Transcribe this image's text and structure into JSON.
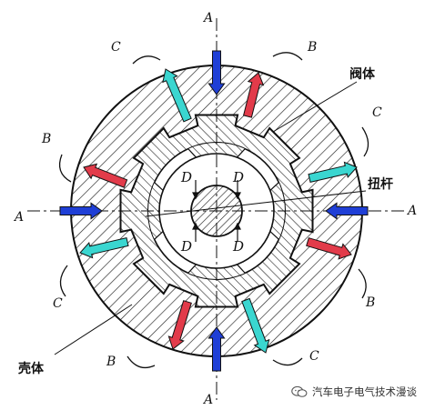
{
  "labels": {
    "port_A": "A",
    "port_B": "B",
    "port_C": "C",
    "chamber_D": "D",
    "valve_body": "阀体",
    "torsion_bar": "扭杆",
    "housing": "壳体"
  },
  "watermark": {
    "text": "汽车电子电气技术漫谈",
    "icon": "wechat-icon"
  },
  "colors": {
    "inlet_arrow": "#1f3fd6",
    "pressure_arrow_red": "#e23b4a",
    "return_arrow_cyan": "#3ad6d0",
    "outline": "#111111"
  }
}
